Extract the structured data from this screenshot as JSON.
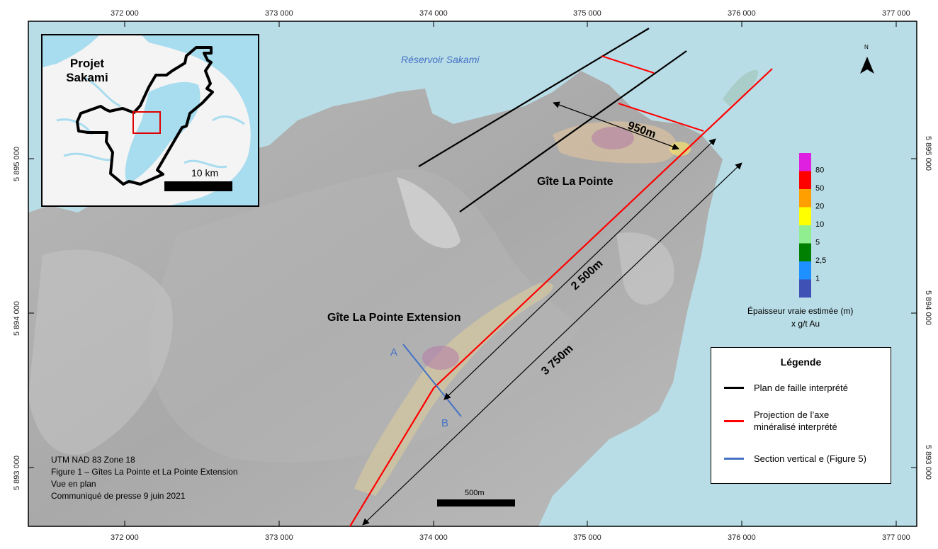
{
  "map": {
    "x_ticks": [
      "372 000",
      "373 000",
      "374 000",
      "375 000",
      "376 000",
      "377 000"
    ],
    "y_ticks": [
      "5 895 000",
      "5 894 000",
      "5 893 000"
    ],
    "water_label": "Réservoir Sakami",
    "deposit_1": "Gîte La Pointe",
    "deposit_2": "Gîte La Pointe Extension",
    "dist_950": "950m",
    "dist_2500": "2 500m",
    "dist_3750": "3 750m",
    "section_a": "A",
    "section_b": "B",
    "scale_label": "500m",
    "north_label": "N"
  },
  "inset": {
    "title": "Projet Sakami",
    "scale_label": "10 km"
  },
  "colorbar": {
    "labels": [
      "80",
      "50",
      "20",
      "10",
      "5",
      "2,5",
      "1"
    ],
    "colors": [
      "#e020e0",
      "#ff0000",
      "#ffa000",
      "#ffff00",
      "#90ee90",
      "#008000",
      "#1e90ff",
      "#3f51b5"
    ],
    "caption_line1": "Épaisseur vraie estimée (m)",
    "caption_line2": "x g/t Au"
  },
  "legend": {
    "title": "Légende",
    "items": [
      {
        "label": "Plan de faille interprété",
        "color": "#000000"
      },
      {
        "label": "Projection de l’axe minéralisé interprété",
        "color": "#ff0000"
      },
      {
        "label": "Section vertical e (Figure 5)",
        "color": "#4472c4"
      }
    ]
  },
  "footnote": {
    "line1": "UTM NAD 83 Zone 18",
    "line2": "Figure 1 – Gîtes La Pointe et  La Pointe Extension",
    "line3": "Vue en plan",
    "line4": "Communiqué de presse  9 juin 2021"
  }
}
